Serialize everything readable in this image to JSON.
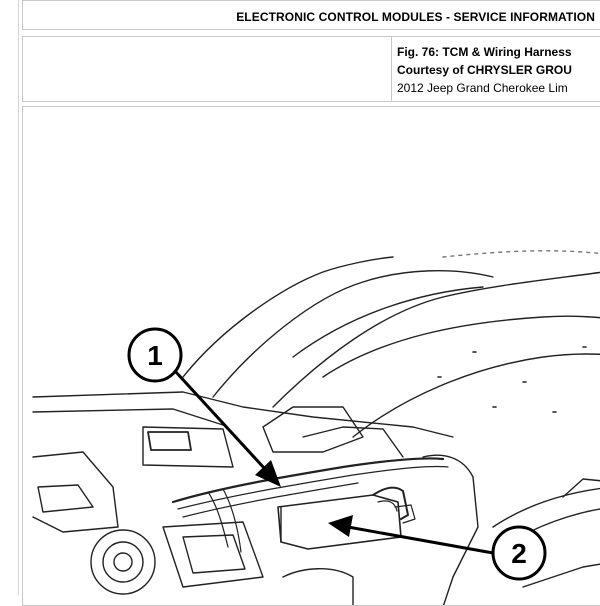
{
  "header": {
    "title": "ELECTRONIC CONTROL MODULES - SERVICE INFORMATION"
  },
  "caption": {
    "line1": "Fig. 76: TCM & Wiring Harness",
    "line2": "Courtesy of CHRYSLER GROU",
    "line3": "2012 Jeep Grand Cherokee Lim"
  },
  "figure": {
    "callout_1": "1",
    "callout_2": "2"
  }
}
